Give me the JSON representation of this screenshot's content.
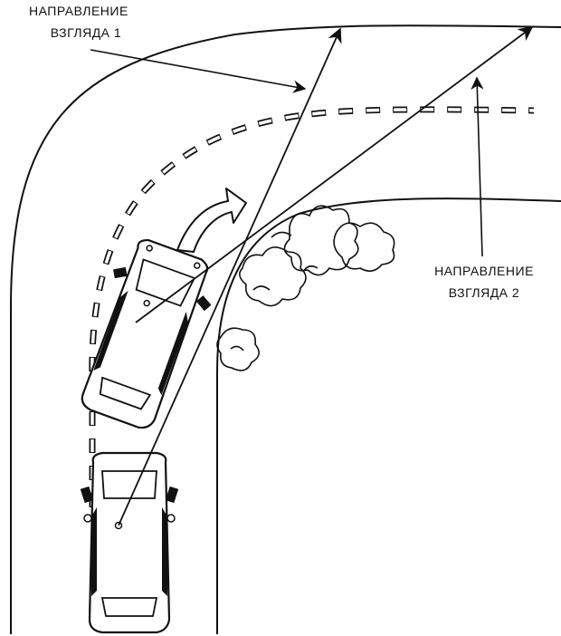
{
  "labels": {
    "view_direction_1": [
      "НАПРАВЛЕНИЕ",
      "ВЗГЛЯДА 1"
    ],
    "view_direction_2": [
      "НАПРАВЛЕНИЕ",
      "ВЗГЛЯДА 2"
    ]
  },
  "colors": {
    "ink": "#111111",
    "background": "#ffffff"
  }
}
